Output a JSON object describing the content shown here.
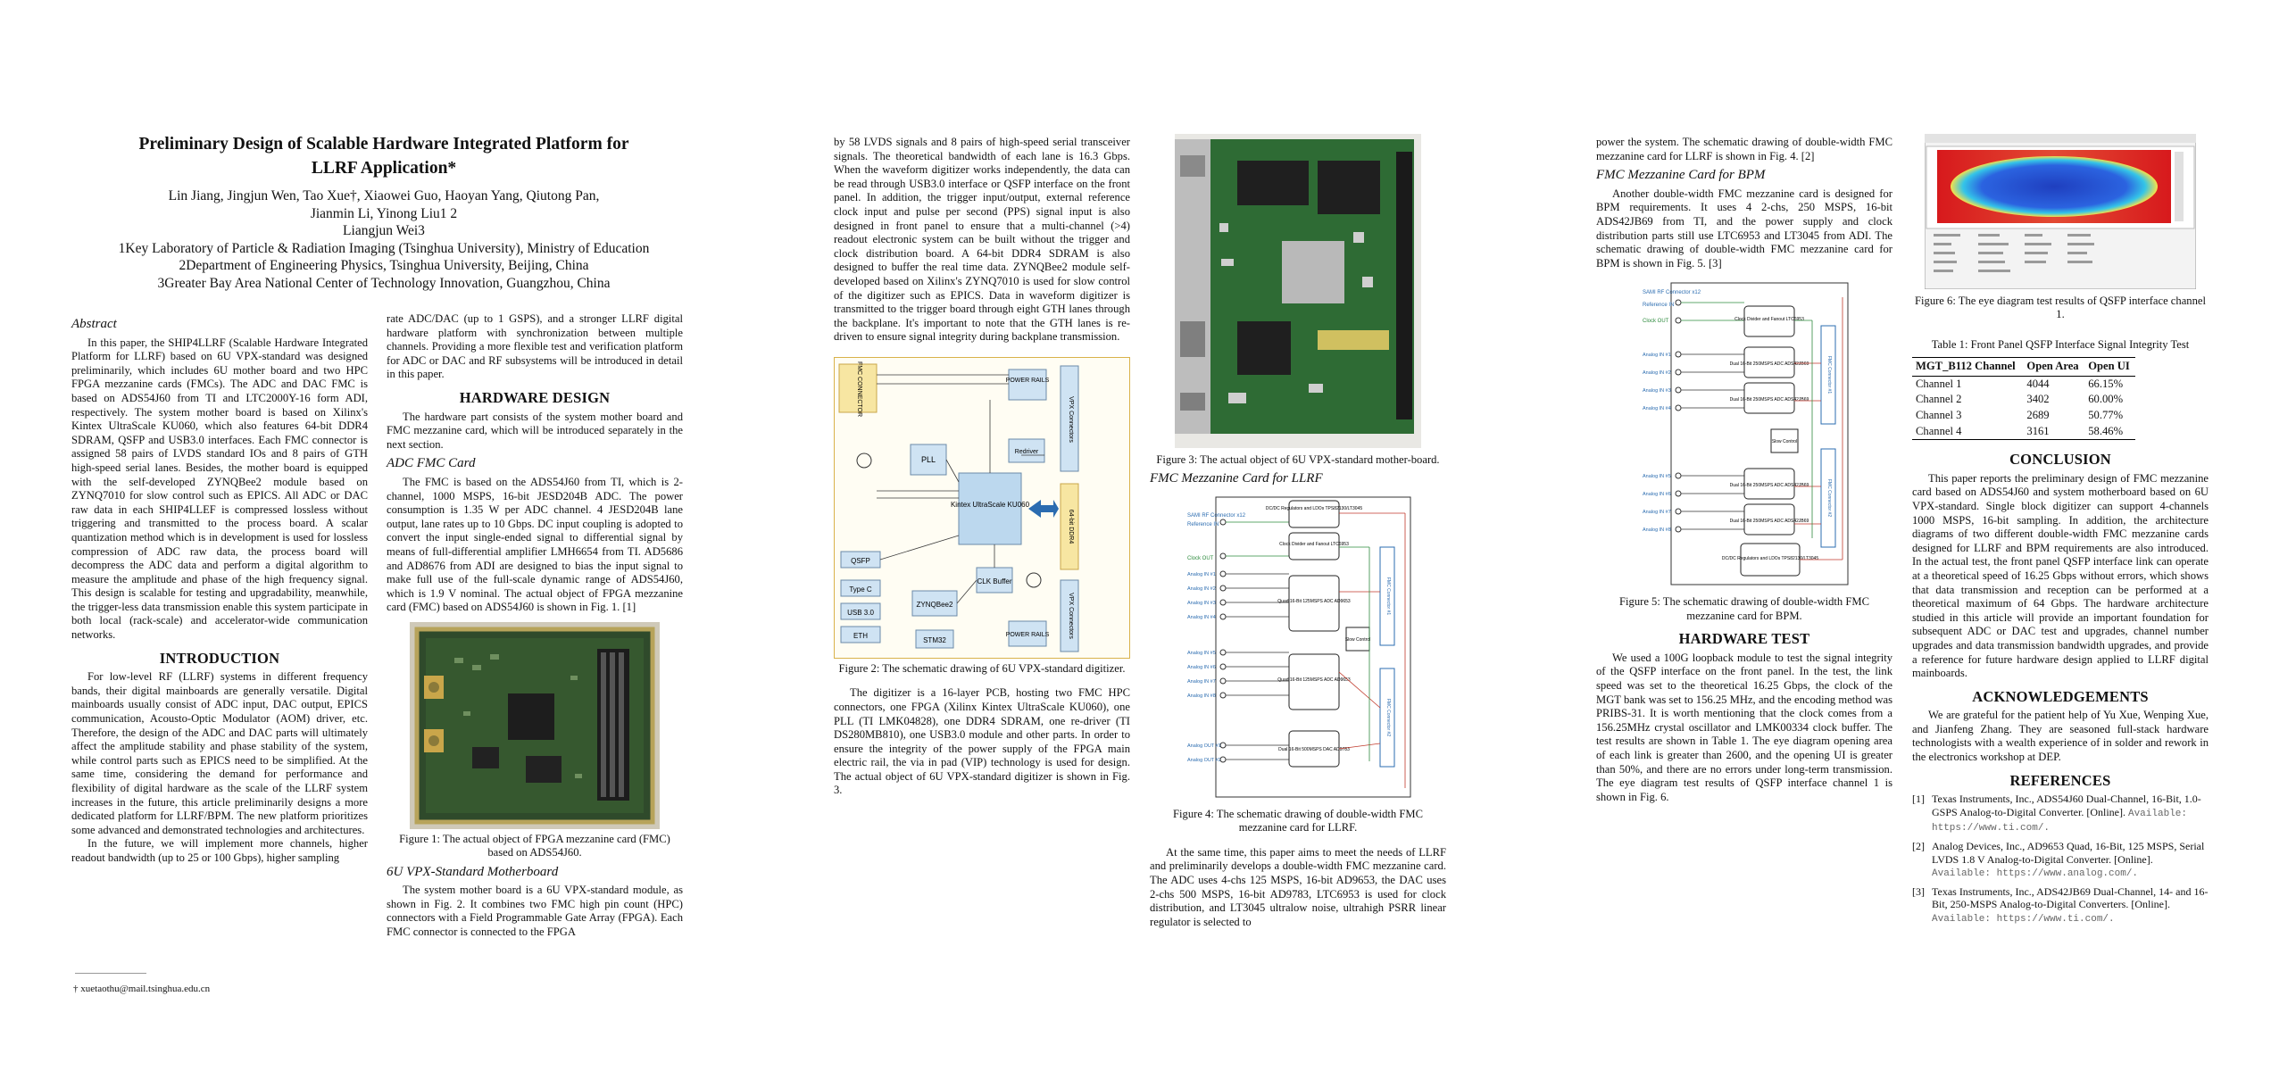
{
  "page1": {
    "title_line1": "Preliminary Design of Scalable Hardware Integrated Platform for",
    "title_line2": "LLRF Application*",
    "authors_line1": "Lin Jiang, Jingjun Wen, Tao Xue†, Xiaowei Guo, Haoyan Yang, Qiutong Pan,",
    "authors_line2": "Jianmin Li, Yinong Liu1 2",
    "authors_line3": "Liangjun Wei3",
    "affil1": "1Key Laboratory of Particle & Radiation Imaging (Tsinghua University), Ministry of Education",
    "affil2": "2Department of Engineering Physics, Tsinghua University, Beijing, China",
    "affil3": "3Greater Bay Area National Center of Technology Innovation, Guangzhou, China",
    "abstract_heading": "Abstract",
    "abstract": "In this paper, the SHIP4LLRF (Scalable Hardware Integrated Platform for LLRF) based on 6U VPX-standard was designed preliminarily, which includes 6U mother board and two HPC FPGA mezzanine cards (FMCs). The ADC and DAC FMC is based on ADS54J60 from TI and LTC2000Y-16 form ADI, respectively. The system mother board is based on Xilinx's Kintex UltraScale KU060, which also features 64-bit DDR4 SDRAM, QSFP and USB3.0 interfaces. Each FMC connector is assigned 58 pairs of LVDS standard IOs and 8 pairs of GTH high-speed serial lanes. Besides, the mother board is equipped with the self-developed ZYNQBee2 module based on ZYNQ7010 for slow control such as EPICS. All ADC or DAC raw data in each SHIP4LLEF is compressed lossless without triggering and transmitted to the process board. A scalar quantization method which is in development is used for lossless compression of ADC raw data, the process board will decompress the ADC data and perform a digital algorithm to measure the amplitude and phase of the high frequency signal. This design is scalable for testing and upgradability, meanwhile, the trigger-less data transmission enable this system participate in both local (rack-scale) and accelerator-wide communication networks.",
    "intro_heading": "INTRODUCTION",
    "intro_p1": "For low-level RF (LLRF) systems in different frequency bands, their digital mainboards are generally versatile. Digital mainboards usually consist of ADC input, DAC output, EPICS communication, Acousto-Optic Modulator (AOM) driver, etc. Therefore, the design of the ADC and DAC parts will ultimately affect the amplitude stability and phase stability of the system, while control parts such as EPICS need to be simplified. At the same time, considering the demand for performance and flexibility of digital hardware as the scale of the LLRF system increases in the future, this article preliminarily designs a more dedicated platform for LLRF/BPM. The new platform prioritizes some advanced and demonstrated technologies and architectures.",
    "intro_p2": "In the future, we will implement more channels, higher readout bandwidth (up to 25 or 100 Gbps), higher sampling",
    "footnote": "†     xuetaothu@mail.tsinghua.edu.cn",
    "col2_p0": "rate ADC/DAC (up to 1 GSPS), and a stronger LLRF digital hardware platform with synchronization between multiple channels. Providing a more flexible test and verification platform for ADC or DAC and RF subsystems will be introduced in detail in this paper.",
    "hw_heading": "HARDWARE DESIGN",
    "hw_p1": "The hardware part consists of the system mother board and FMC mezzanine card, which will be introduced separately in the next section.",
    "adc_heading": "ADC FMC Card",
    "adc_p1": "The FMC is based on the ADS54J60 from TI, which is 2-channel, 1000 MSPS, 16-bit JESD204B ADC. The power consumption is 1.35 W per ADC channel. 4 JESD204B lane output, lane rates up to 10 Gbps. DC input coupling is adopted to convert the input single-ended signal to differential signal by means of full-differential amplifier LMH6654 from TI. AD5686 and AD8676 from ADI are designed to bias the input signal to make full use of the full-scale dynamic range of ADS54J60, which is 1.9 V nominal. The actual object of FPGA mezzanine card (FMC) based on ADS54J60 is shown in Fig. 1. [1]",
    "fig1_caption": "Figure 1: The actual object of FPGA mezzanine card (FMC) based on ADS54J60.",
    "mb_heading": "6U VPX-Standard Motherboard",
    "mb_p1": "The system mother board is a 6U VPX-standard module, as shown in Fig. 2. It combines two FMC high pin count (HPC) connectors with a Field Programmable Gate Array (FPGA). Each FMC connector is connected to the FPGA"
  },
  "page2": {
    "col1_p0": "by 58 LVDS signals and 8 pairs of high-speed serial transceiver signals. The theoretical bandwidth of each lane is 16.3 Gbps. When the waveform digitizer works independently, the data can be read through USB3.0 interface or QSFP interface on the front panel. In addition, the trigger input/output, external reference clock input and pulse per second (PPS) signal input is also designed in front panel to ensure that a multi-channel (>4) readout electronic system can be built without the trigger and clock distribution board. A 64-bit DDR4 SDRAM is also designed to buffer the real time data. ZYNQBee2 module self-developed based on Xilinx's ZYNQ7010 is used for slow control of the digitizer such as EPICS. Data in waveform digitizer is transmitted to the trigger board through eight GTH lanes through the backplane. It's important to note that the GTH lanes is re-driven to ensure signal integrity during backplane transmission.",
    "fig2_caption": "Figure 2: The schematic drawing of 6U VPX-standard digitizer.",
    "col1_p1": "The digitizer is a 16-layer PCB, hosting two FMC HPC connectors, one FPGA (Xilinx Kintex UltraScale KU060), one PLL (TI LMK04828), one DDR4 SDRAM, one re-driver (TI DS280MB810), one USB3.0 module and other parts. In order to ensure the integrity of the power supply of the FPGA main electric rail, the via in pad (VIP) technology is used for design. The actual object of 6U VPX-standard digitizer is shown in Fig. 3.",
    "fig3_caption": "Figure 3: The actual object of 6U VPX-standard mother-board.",
    "llrf_heading": "FMC Mezzanine Card for LLRF",
    "fig4_caption": "Figure 4: The schematic drawing of double-width FMC mezzanine card for LLRF.",
    "col2_p1": "At the same time, this paper aims to meet the needs of LLRF and preliminarily develops a double-width FMC mezzanine card. The ADC uses 4-chs 125 MSPS, 16-bit AD9653, the DAC uses 2-chs 500 MSPS, 16-bit AD9783, LTC6953 is used for clock distribution, and LT3045 ultralow noise, ultrahigh PSRR linear regulator is selected to"
  },
  "page3": {
    "col1_p0": "power the system. The schematic drawing of double-width FMC mezzanine card for LLRF is shown in Fig. 4. [2]",
    "bpm_heading": "FMC Mezzanine Card for BPM",
    "bpm_p1": "Another double-width FMC mezzanine card is designed for BPM requirements. It uses 4 2-chs, 250 MSPS, 16-bit ADS42JB69 from TI, and the power supply and clock distribution parts still use LTC6953 and LT3045 from ADI. The schematic drawing of double-width FMC mezzanine card for BPM is shown in Fig. 5. [3]",
    "fig5_caption": "Figure 5: The schematic drawing of double-width FMC mezzanine card for BPM.",
    "test_heading": "HARDWARE TEST",
    "test_p1": "We used a 100G loopback module to test the signal integrity of the QSFP interface on the front panel. In the test, the link speed was set to the theoretical 16.25 Gbps, the clock of the MGT bank was set to 156.25 MHz, and the encoding method was PRIBS-31. It is worth mentioning that the clock comes from a 156.25MHz crystal oscillator and LMK00334 clock buffer. The test results are shown in Table 1. The eye diagram opening area of each link is greater than 2600, and the opening UI is greater than 50%, and there are no errors under long-term transmission. The eye diagram test results of QSFP interface channel 1 is shown in Fig. 6.",
    "fig6_caption": "Figure 6: The eye diagram test results of QSFP interface channel 1.",
    "table_caption": "Table 1: Front Panel QSFP Interface Signal Integrity Test",
    "table_headers": [
      "MGT_B112 Channel",
      "Open Area",
      "Open UI"
    ],
    "table_rows": [
      [
        "Channel 1",
        "4044",
        "66.15%"
      ],
      [
        "Channel 2",
        "3402",
        "60.00%"
      ],
      [
        "Channel 3",
        "2689",
        "50.77%"
      ],
      [
        "Channel 4",
        "3161",
        "58.46%"
      ]
    ],
    "concl_heading": "CONCLUSION",
    "concl_p1": "This paper reports the preliminary design of FMC mezzanine card based on ADS54J60 and system motherboard based on 6U VPX-standard. Single block digitizer can support 4-channels 1000 MSPS, 16-bit sampling. In addition, the architecture diagrams of two different double-width FMC mezzanine cards designed for LLRF and BPM requirements are also introduced. In the actual test, the front panel QSFP interface link can operate at a theoretical speed of 16.25 Gbps without errors, which shows that data transmission and reception can be performed at a theoretical maximum of 64 Gbps. The hardware architecture studied in this article will provide an important foundation for subsequent ADC or DAC test and upgrades, channel number upgrades and data transmission bandwidth upgrades, and provide a reference for future hardware design applied to LLRF digital mainboards.",
    "ack_heading": "ACKNOWLEDGEMENTS",
    "ack_p1": "We are grateful for the patient help of Yu Xue, Wenping Xue, and Jianfeng Zhang. They are seasoned full-stack hardware technologists with a wealth experience of in solder and rework in the electronics workshop at DEP.",
    "ref_heading": "REFERENCES",
    "ref1_text": "Texas Instruments, Inc., ADS54J60 Dual-Channel, 16-Bit, 1.0-GSPS Analog-to-Digital Converter. [Online]. ",
    "ref1_url": "Available: https://www.ti.com/.",
    "ref2_text": "Analog Devices, Inc., AD9653 Quad, 16-Bit, 125 MSPS, Serial LVDS 1.8 V Analog-to-Digital Converter. [Online]. ",
    "ref2_url": "Available: https://www.analog.com/.",
    "ref3_text": "Texas Instruments, Inc., ADS42JB69 Dual-Channel, 14- and 16-Bit, 250-MSPS Analog-to-Digital Converters. [Online]. ",
    "ref3_url": "Available: https://www.ti.com/."
  },
  "fig2": {
    "fmc_conn_label": "FMC CONNECTOR",
    "power_rails": "POWER RAILS",
    "vpx_connectors": "VPX Connectors",
    "pll": "PLL",
    "kintex": "Kintex UltraScale KU060",
    "redriver": "Redriver",
    "ddr4": "64-bit DDR4",
    "qsfp": "QSFP",
    "typec": "Type C",
    "usb": "USB 3.0",
    "eth": "ETH",
    "zynq": "ZYNQBee2",
    "stm32": "STM32",
    "clk_buffer": "CLK Buffer",
    "power_rails2": "POWER RAILS"
  },
  "fig4": {
    "samtec": "SAMI RF Connector x12",
    "ref_in": "Reference IN",
    "clk_out": "Clock OUT",
    "analog_in": [
      "Analog IN #1",
      "Analog IN #2",
      "Analog IN #3",
      "Analog IN #4",
      "Analog IN #5",
      "Analog IN #6",
      "Analog IN #7",
      "Analog IN #8"
    ],
    "analog_out": [
      "Analog OUT #1",
      "Analog OUT #2"
    ],
    "regulators": "DC/DC Regulators and LDOs TPS82130/LT3045",
    "clock_div": "Clock Divider and Fanout LTC6953",
    "adc1": "Quad 16-Bit 125MSPS ADC AD9653",
    "adc2": "Quad 16-Bit 125MSPS ADC AD9653",
    "dac": "Dual 16-Bit 500MSPS DAC AD9783",
    "slow": "Slow Control",
    "fmc1": "FMC Connector #1",
    "fmc2": "FMC Connector #2"
  },
  "fig5": {
    "samtec": "SAMI RF Connector x12",
    "ref_in": "Reference IN",
    "clk_out": "Clock OUT",
    "analog_in": [
      "Analog IN #1",
      "Analog IN #2",
      "Analog IN #3",
      "Analog IN #4",
      "Analog IN #5",
      "Analog IN #6",
      "Analog IN #7",
      "Analog IN #8"
    ],
    "clock_div": "Clock Divider and Fanout LTC6953",
    "adc": "Dual 16-Bit 250MSPS ADC ADS42JB69",
    "regulators": "DC/DC Regulators and LDOs TPS82130/LT3045",
    "slow": "Slow Control",
    "fmc1": "FMC Connector #1",
    "fmc2": "FMC Connector #2"
  }
}
